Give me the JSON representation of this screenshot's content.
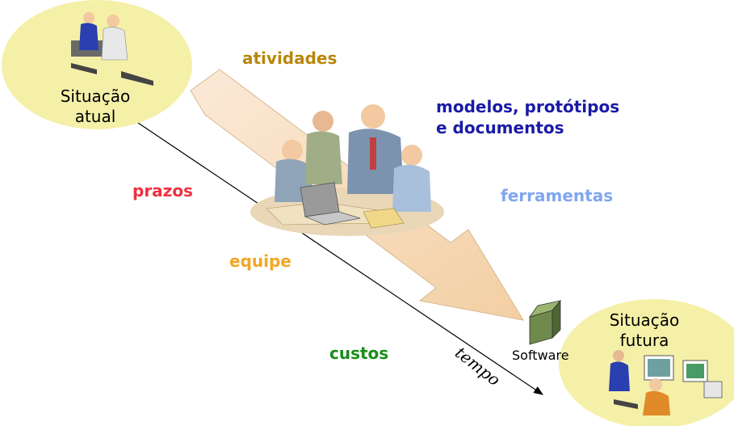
{
  "start": {
    "line1": "Situação",
    "line2": "atual"
  },
  "end": {
    "line1": "Situação",
    "line2": "futura"
  },
  "software": "Software",
  "axis": "tempo",
  "aspects": {
    "atividades": "atividades",
    "modelos": "modelos, protótipos",
    "documentos": "e documentos",
    "prazos": "prazos",
    "ferramentas": "ferramentas",
    "equipe": "equipe",
    "custos": "custos"
  },
  "colors": {
    "atividades": "#b8860b",
    "modelos": "#1a1aa6",
    "prazos": "#f03040",
    "ferramentas": "#7fa6f0",
    "equipe": "#f5a623",
    "custos": "#1a8c1a",
    "bubble": "#f5f0a8",
    "arrow": "#f8dfc0"
  },
  "icons": [
    "people-at-desk-icon",
    "team-meeting-icon",
    "server-box-icon",
    "workstation-icon"
  ]
}
